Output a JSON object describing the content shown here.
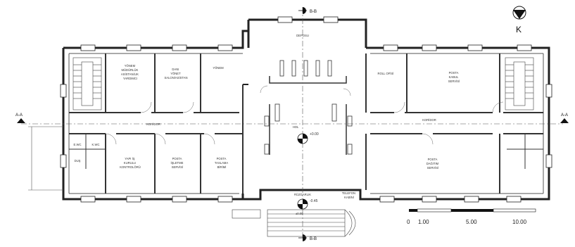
{
  "rooms": {
    "r1": [
      "YÖNEM",
      "MÜDÜRLÜK",
      "ASİSTAN/LIK",
      "YARDIMCI"
    ],
    "r2": [
      "DANI",
      "YÖNET",
      "SALON/ASİSTAN"
    ],
    "r3": [
      "YÖNEM"
    ],
    "r4": [
      "YAPI İŞ",
      "KURULU",
      "KONTROLÖRÜ"
    ],
    "r5": [
      "POSTA",
      "İŞLETME",
      "SERVİSİ"
    ],
    "r6": [
      "POSTA",
      "TASLAMA",
      "BİRİMİ"
    ],
    "r7": [
      "ROLL OFİSİ"
    ],
    "r8": [
      "POSTA",
      "KABUL",
      "SERVİSİ"
    ],
    "r9": [
      "POSTA",
      "DAĞITIM",
      "SERVİSİ"
    ],
    "top_hall": "DEPOSU",
    "corridor_left": "KORİDOR",
    "corridor_right": "KORİDOR",
    "wc_left": "E.WC",
    "wc_right": "K.WC",
    "wc_small": "DUŞ",
    "entrance": "RÜZGARLIK",
    "hall_center": "HOL",
    "booth": [
      "TELEFON",
      "KABİNİ"
    ]
  },
  "markers": {
    "section_left": "A-A",
    "section_right": "A-A",
    "section_top": "B-B",
    "section_bottom": "B-B",
    "north": "K",
    "elev_top": "+0.00",
    "elev_bottom": "-0.45",
    "porch": "±0.00"
  },
  "scale": {
    "labels": [
      "0",
      "1.00",
      "5.00",
      "10.00"
    ]
  }
}
